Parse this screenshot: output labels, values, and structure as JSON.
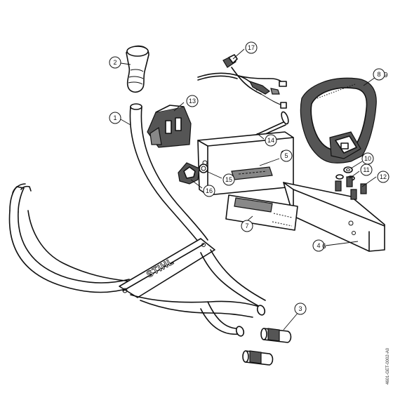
{
  "callouts": [
    {
      "id": "1",
      "label": "1"
    },
    {
      "id": "2",
      "label": "2"
    },
    {
      "id": "3",
      "label": "3"
    },
    {
      "id": "4",
      "label": "4"
    },
    {
      "id": "5",
      "label": "5"
    },
    {
      "id": "7",
      "label": "7"
    },
    {
      "id": "8",
      "label": "8"
    },
    {
      "id": "10",
      "label": "10"
    },
    {
      "id": "11",
      "label": "11"
    },
    {
      "id": "12",
      "label": "12"
    },
    {
      "id": "13",
      "label": "13"
    },
    {
      "id": "14",
      "label": "14"
    },
    {
      "id": "15",
      "label": "15"
    },
    {
      "id": "16",
      "label": "16"
    },
    {
      "id": "17",
      "label": "17"
    }
  ],
  "extra_numbers": {
    "after_8": "9",
    "after_4": "6"
  },
  "brand_text": "STIHL",
  "reference_code": "4601-GET-0002-A0"
}
